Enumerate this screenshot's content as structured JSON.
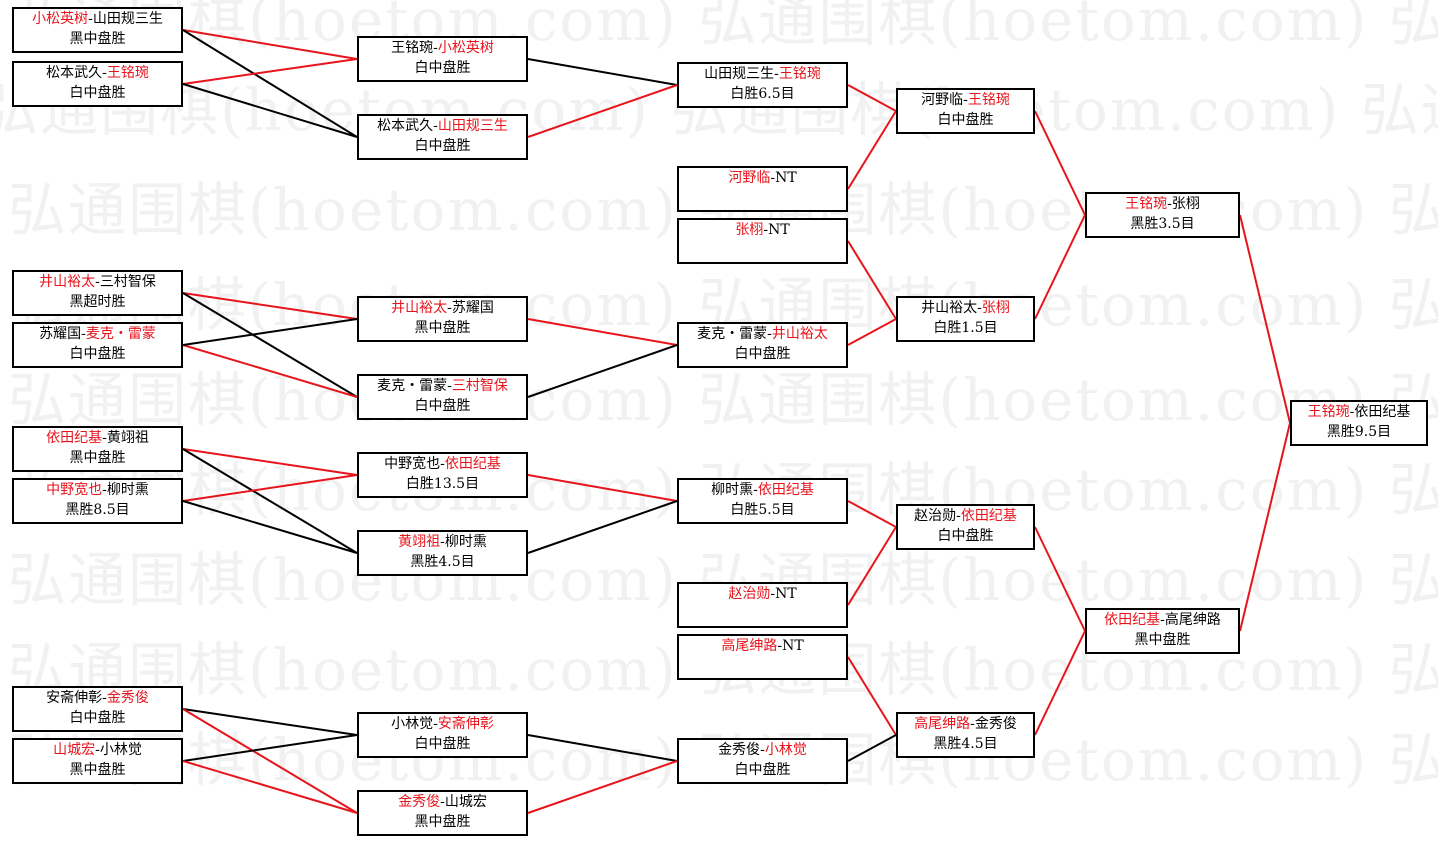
{
  "watermark": "弘通围棋(hoetom.com) 弘通围棋(hoetom.com) 弘通围棋(hoetom.com)",
  "colors": {
    "winner": "#e8141c",
    "loser": "#000000"
  },
  "sep": "-",
  "matches": {
    "A1": {
      "p1": "小松英树",
      "p2": "山田规三生",
      "win": 1,
      "result": "黑中盘胜"
    },
    "A2": {
      "p1": "松本武久",
      "p2": "王铭琬",
      "win": 2,
      "result": "白中盘胜"
    },
    "A3": {
      "p1": "井山裕太",
      "p2": "三村智保",
      "win": 1,
      "result": "黑超时胜"
    },
    "A4": {
      "p1": "苏耀国",
      "p2": "麦克・雷蒙",
      "win": 2,
      "result": "白中盘胜"
    },
    "A5": {
      "p1": "依田纪基",
      "p2": "黄翊祖",
      "win": 1,
      "result": "黑中盘胜"
    },
    "A6": {
      "p1": "中野宽也",
      "p2": "柳时熏",
      "win": 1,
      "result": "黑胜8.5目"
    },
    "A7": {
      "p1": "安斋伸彰",
      "p2": "金秀俊",
      "win": 2,
      "result": "白中盘胜"
    },
    "A8": {
      "p1": "山城宏",
      "p2": "小林觉",
      "win": 1,
      "result": "黑中盘胜"
    },
    "B1": {
      "p1": "王铭琬",
      "p2": "小松英树",
      "win": 2,
      "result": "白中盘胜"
    },
    "B2": {
      "p1": "松本武久",
      "p2": "山田规三生",
      "win": 2,
      "result": "白中盘胜"
    },
    "B3": {
      "p1": "井山裕太",
      "p2": "苏耀国",
      "win": 1,
      "result": "黑中盘胜"
    },
    "B4": {
      "p1": "麦克・雷蒙",
      "p2": "三村智保",
      "win": 2,
      "result": "白中盘胜"
    },
    "B5": {
      "p1": "中野宽也",
      "p2": "依田纪基",
      "win": 2,
      "result": "白胜13.5目"
    },
    "B6": {
      "p1": "黄翊祖",
      "p2": "柳时熏",
      "win": 1,
      "result": "黑胜4.5目"
    },
    "B7": {
      "p1": "小林觉",
      "p2": "安斋伸彰",
      "win": 2,
      "result": "白中盘胜"
    },
    "B8": {
      "p1": "金秀俊",
      "p2": "山城宏",
      "win": 1,
      "result": "黑中盘胜"
    },
    "C1": {
      "p1": "山田规三生",
      "p2": "王铭琬",
      "win": 2,
      "result": "白胜6.5目"
    },
    "C2": {
      "p1": "河野临",
      "p2": "NT",
      "win": 1,
      "result": ""
    },
    "C3": {
      "p1": "张栩",
      "p2": "NT",
      "win": 1,
      "result": ""
    },
    "C4": {
      "p1": "麦克・雷蒙",
      "p2": "井山裕太",
      "win": 2,
      "result": "白中盘胜"
    },
    "C5": {
      "p1": "柳时熏",
      "p2": "依田纪基",
      "win": 2,
      "result": "白胜5.5目"
    },
    "C6": {
      "p1": "赵治勋",
      "p2": "NT",
      "win": 1,
      "result": ""
    },
    "C7": {
      "p1": "高尾绅路",
      "p2": "NT",
      "win": 1,
      "result": ""
    },
    "C8": {
      "p1": "金秀俊",
      "p2": "小林觉",
      "win": 2,
      "result": "白中盘胜"
    },
    "D1": {
      "p1": "河野临",
      "p2": "王铭琬",
      "win": 2,
      "result": "白中盘胜"
    },
    "D2": {
      "p1": "井山裕太",
      "p2": "张栩",
      "win": 2,
      "result": "白胜1.5目"
    },
    "D3": {
      "p1": "赵治勋",
      "p2": "依田纪基",
      "win": 2,
      "result": "白中盘胜"
    },
    "D4": {
      "p1": "高尾绅路",
      "p2": "金秀俊",
      "win": 1,
      "result": "黑胜4.5目"
    },
    "E1": {
      "p1": "王铭琬",
      "p2": "张栩",
      "win": 1,
      "result": "黑胜3.5目"
    },
    "E2": {
      "p1": "依田纪基",
      "p2": "高尾绅路",
      "win": 1,
      "result": "黑中盘胜"
    },
    "F1": {
      "p1": "王铭琬",
      "p2": "依田纪基",
      "win": 1,
      "result": "黑胜9.5目"
    }
  },
  "links": [
    [
      "A1",
      "B1",
      "winner"
    ],
    [
      "A1",
      "B2",
      "loser"
    ],
    [
      "A2",
      "B1",
      "winner"
    ],
    [
      "A2",
      "B2",
      "loser"
    ],
    [
      "A3",
      "B3",
      "winner"
    ],
    [
      "A3",
      "B4",
      "loser"
    ],
    [
      "A4",
      "B4",
      "winner"
    ],
    [
      "A4",
      "B3",
      "loser"
    ],
    [
      "A5",
      "B5",
      "winner"
    ],
    [
      "A5",
      "B6",
      "loser"
    ],
    [
      "A6",
      "B5",
      "winner"
    ],
    [
      "A6",
      "B6",
      "loser"
    ],
    [
      "A7",
      "B7",
      "loser"
    ],
    [
      "A7",
      "B8",
      "winner"
    ],
    [
      "A8",
      "B7",
      "loser"
    ],
    [
      "A8",
      "B8",
      "winner"
    ],
    [
      "B1",
      "C1",
      "loser"
    ],
    [
      "B2",
      "C1",
      "winner"
    ],
    [
      "B3",
      "C4",
      "winner"
    ],
    [
      "B4",
      "C4",
      "loser"
    ],
    [
      "B5",
      "C5",
      "winner"
    ],
    [
      "B6",
      "C5",
      "loser"
    ],
    [
      "B7",
      "C8",
      "loser"
    ],
    [
      "B8",
      "C8",
      "winner"
    ],
    [
      "C1",
      "D1",
      "winner"
    ],
    [
      "C2",
      "D1",
      "winner"
    ],
    [
      "C3",
      "D2",
      "winner"
    ],
    [
      "C4",
      "D2",
      "winner"
    ],
    [
      "C5",
      "D3",
      "winner"
    ],
    [
      "C6",
      "D3",
      "winner"
    ],
    [
      "C7",
      "D4",
      "winner"
    ],
    [
      "C8",
      "D4",
      "loser"
    ],
    [
      "D1",
      "E1",
      "winner"
    ],
    [
      "D2",
      "E1",
      "winner"
    ],
    [
      "D3",
      "E2",
      "winner"
    ],
    [
      "D4",
      "E2",
      "winner"
    ],
    [
      "E1",
      "F1",
      "winner"
    ],
    [
      "E2",
      "F1",
      "winner"
    ]
  ]
}
